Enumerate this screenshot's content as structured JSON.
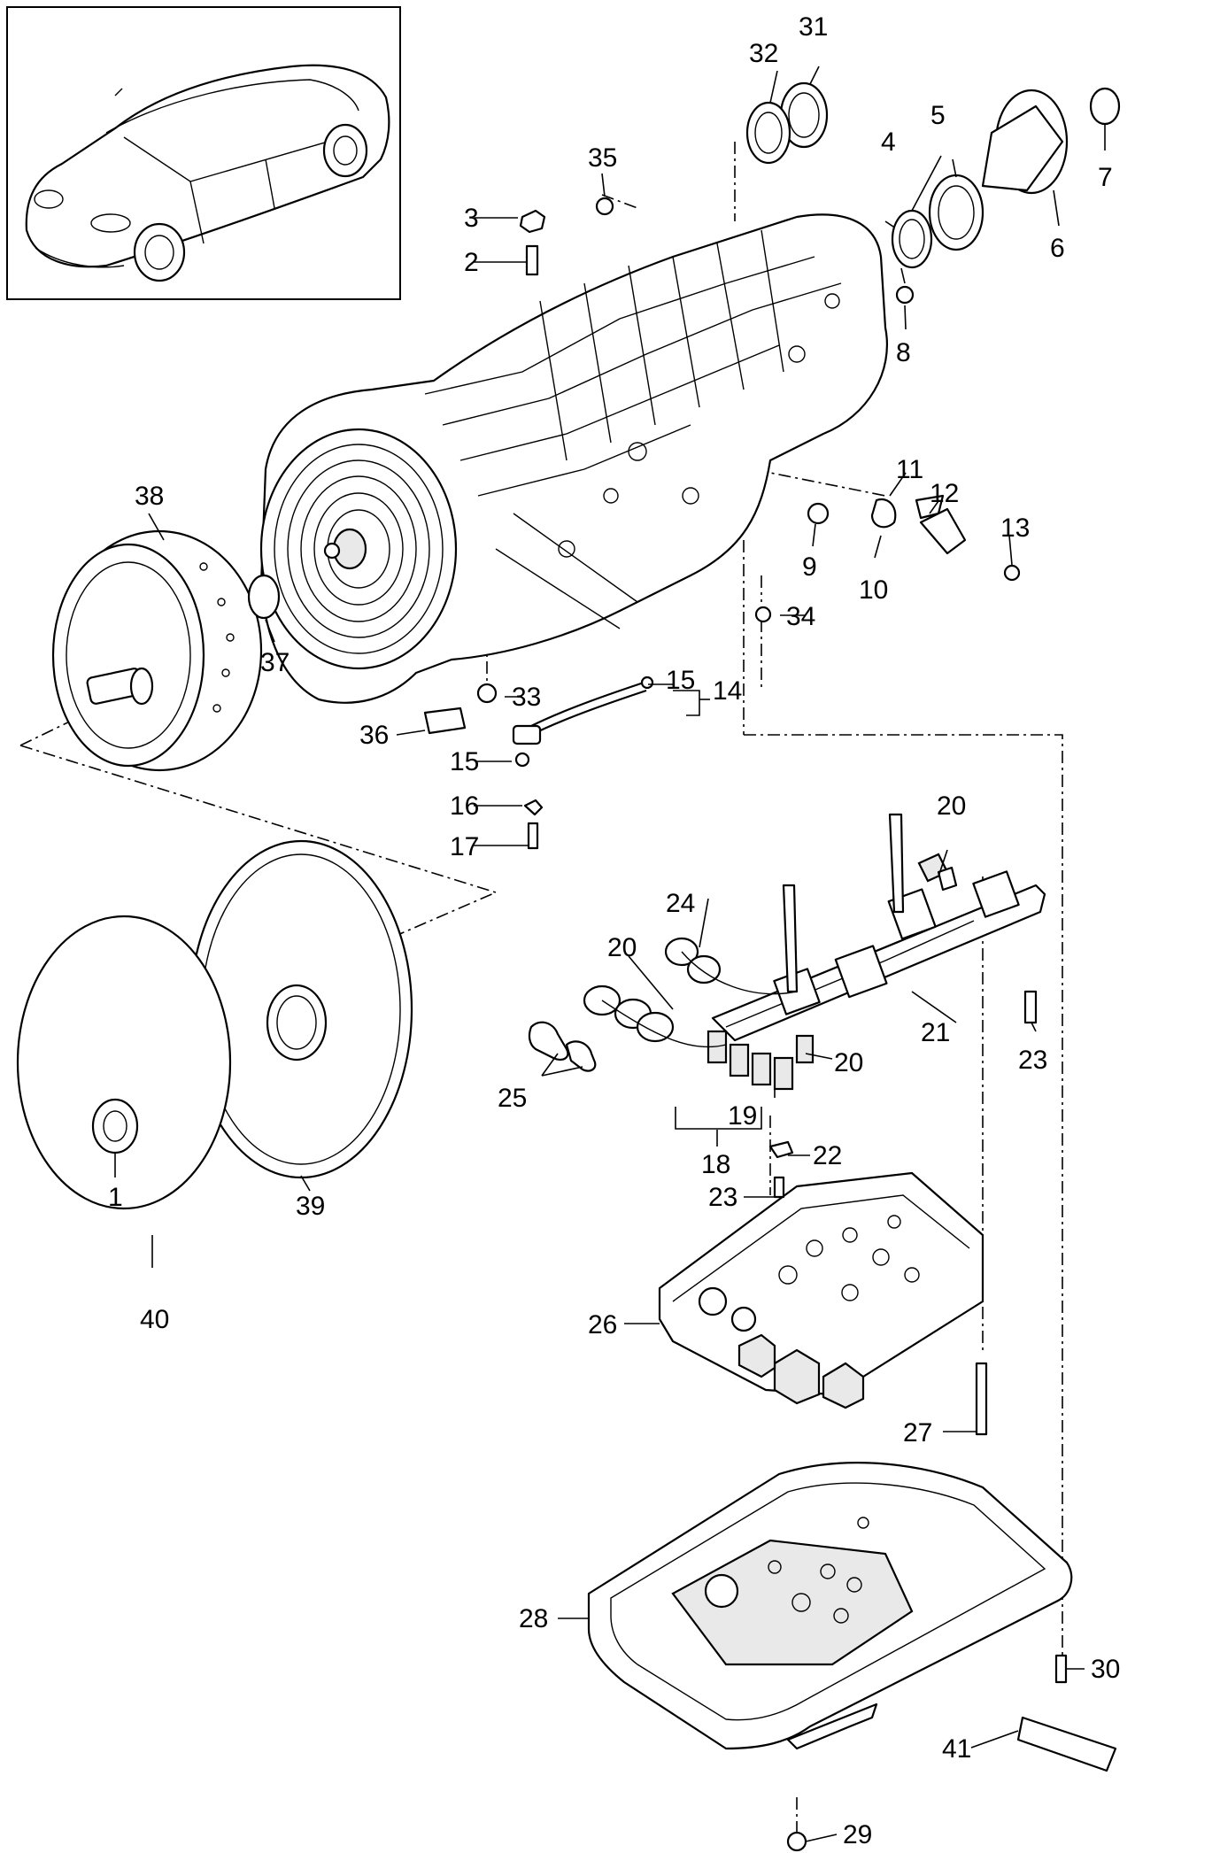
{
  "callouts": [
    {
      "id": "c1",
      "label": "1"
    },
    {
      "id": "c2",
      "label": "2"
    },
    {
      "id": "c3",
      "label": "3"
    },
    {
      "id": "c4",
      "label": "4"
    },
    {
      "id": "c5",
      "label": "5"
    },
    {
      "id": "c6",
      "label": "6"
    },
    {
      "id": "c7",
      "label": "7"
    },
    {
      "id": "c8",
      "label": "8"
    },
    {
      "id": "c9",
      "label": "9"
    },
    {
      "id": "c10",
      "label": "10"
    },
    {
      "id": "c11",
      "label": "11"
    },
    {
      "id": "c12",
      "label": "12"
    },
    {
      "id": "c13",
      "label": "13"
    },
    {
      "id": "c14",
      "label": "14"
    },
    {
      "id": "c15a",
      "label": "15"
    },
    {
      "id": "c15b",
      "label": "15"
    },
    {
      "id": "c16",
      "label": "16"
    },
    {
      "id": "c17",
      "label": "17"
    },
    {
      "id": "c18",
      "label": "18"
    },
    {
      "id": "c19",
      "label": "19"
    },
    {
      "id": "c20a",
      "label": "20"
    },
    {
      "id": "c20b",
      "label": "20"
    },
    {
      "id": "c20c",
      "label": "20"
    },
    {
      "id": "c21",
      "label": "21"
    },
    {
      "id": "c22",
      "label": "22"
    },
    {
      "id": "c23a",
      "label": "23"
    },
    {
      "id": "c23b",
      "label": "23"
    },
    {
      "id": "c24",
      "label": "24"
    },
    {
      "id": "c25",
      "label": "25"
    },
    {
      "id": "c26",
      "label": "26"
    },
    {
      "id": "c27",
      "label": "27"
    },
    {
      "id": "c28",
      "label": "28"
    },
    {
      "id": "c29",
      "label": "29"
    },
    {
      "id": "c30",
      "label": "30"
    },
    {
      "id": "c31",
      "label": "31"
    },
    {
      "id": "c32",
      "label": "32"
    },
    {
      "id": "c33",
      "label": "33"
    },
    {
      "id": "c34",
      "label": "34"
    },
    {
      "id": "c35",
      "label": "35"
    },
    {
      "id": "c36",
      "label": "36"
    },
    {
      "id": "c37",
      "label": "37"
    },
    {
      "id": "c38",
      "label": "38"
    },
    {
      "id": "c39",
      "label": "39"
    },
    {
      "id": "c40",
      "label": "40"
    },
    {
      "id": "c41",
      "label": "41"
    }
  ]
}
